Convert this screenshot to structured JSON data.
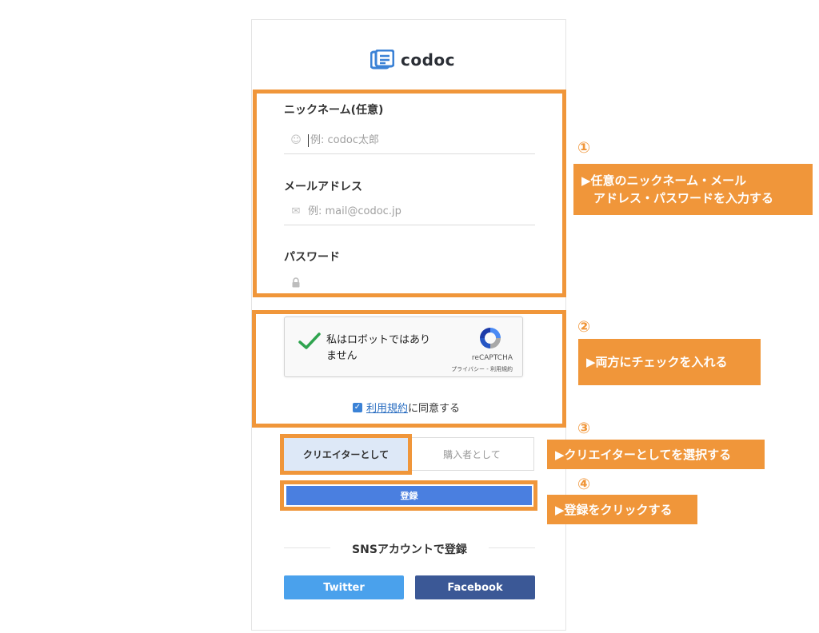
{
  "brand": {
    "name": "codoc"
  },
  "form": {
    "nickname": {
      "label": "ニックネーム(任意)",
      "placeholder": "例: codoc太郎"
    },
    "email": {
      "label": "メールアドレス",
      "placeholder": "例: mail@codoc.jp"
    },
    "password": {
      "label": "パスワード",
      "placeholder": ""
    }
  },
  "captcha": {
    "text": "私はロボットではあり\nません",
    "brand": "reCAPTCHA",
    "links": "プライバシー - 利用規約"
  },
  "agree": {
    "link": "利用規約",
    "suffix": "に同意する"
  },
  "role": {
    "creator": "クリエイターとして",
    "buyer": "購入者として"
  },
  "register": "登録",
  "sns": {
    "title": "SNSアカウントで登録",
    "twitter": "Twitter",
    "facebook": "Facebook"
  },
  "annotations": {
    "step1": "①",
    "note1": "▶任意のニックネーム・メール\n　アドレス・パスワードを入力する",
    "step2": "②",
    "note2": "▶両方にチェックを入れる",
    "step3": "③",
    "note3": "▶クリエイターとしてを選択する",
    "step4": "④",
    "note4": "▶登録をクリックする"
  },
  "colors": {
    "accent": "#f0963a",
    "primary": "#4a7fe0",
    "twitter": "#4aa1ec",
    "facebook": "#3b5896"
  }
}
